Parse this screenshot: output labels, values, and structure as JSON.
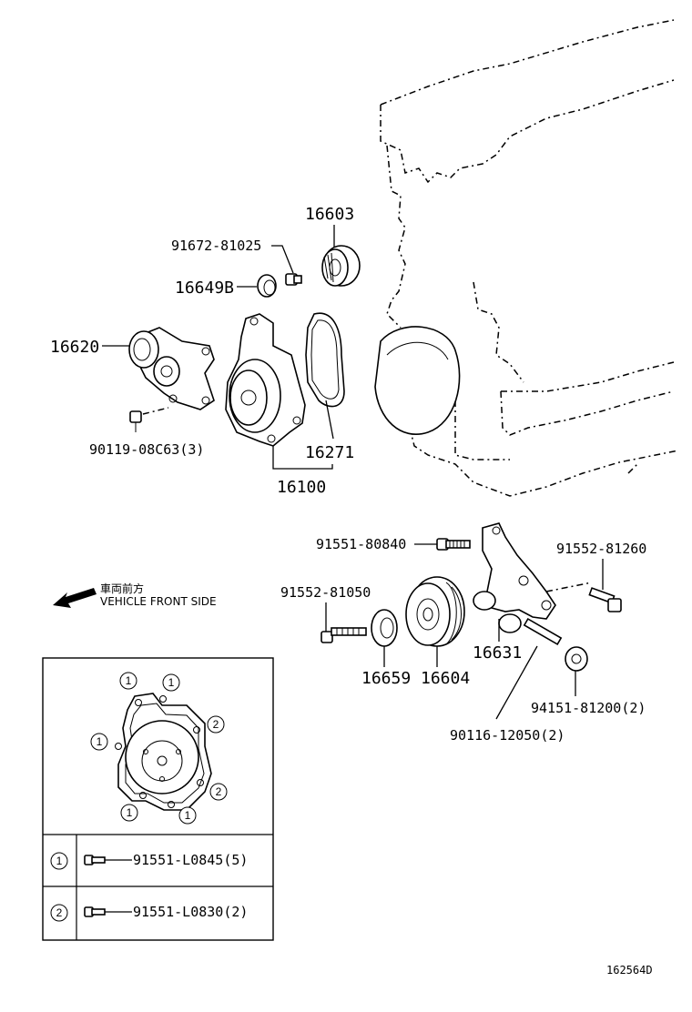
{
  "parts": {
    "p16603": "16603",
    "p91672": "91672-81025",
    "p16649B": "16649B",
    "p16620": "16620",
    "p90119": "90119-08C63(3)",
    "p16271": "16271",
    "p16100": "16100",
    "p91551_80840": "91551-80840",
    "p91552_81260": "91552-81260",
    "p91552_81050": "91552-81050",
    "p16659": "16659",
    "p16604": "16604",
    "p16631": "16631",
    "p94151": "94151-81200(2)",
    "p90116": "90116-12050(2)"
  },
  "direction": {
    "japanese": "車両前方",
    "english": "VEHICLE FRONT SIDE"
  },
  "inset": {
    "markers": {
      "one": "1",
      "two": "2"
    },
    "legend": [
      {
        "key": "1",
        "part": "91551-L0845(5)"
      },
      {
        "key": "2",
        "part": "91551-L0830(2)"
      }
    ]
  },
  "diagram_code": "162564D"
}
